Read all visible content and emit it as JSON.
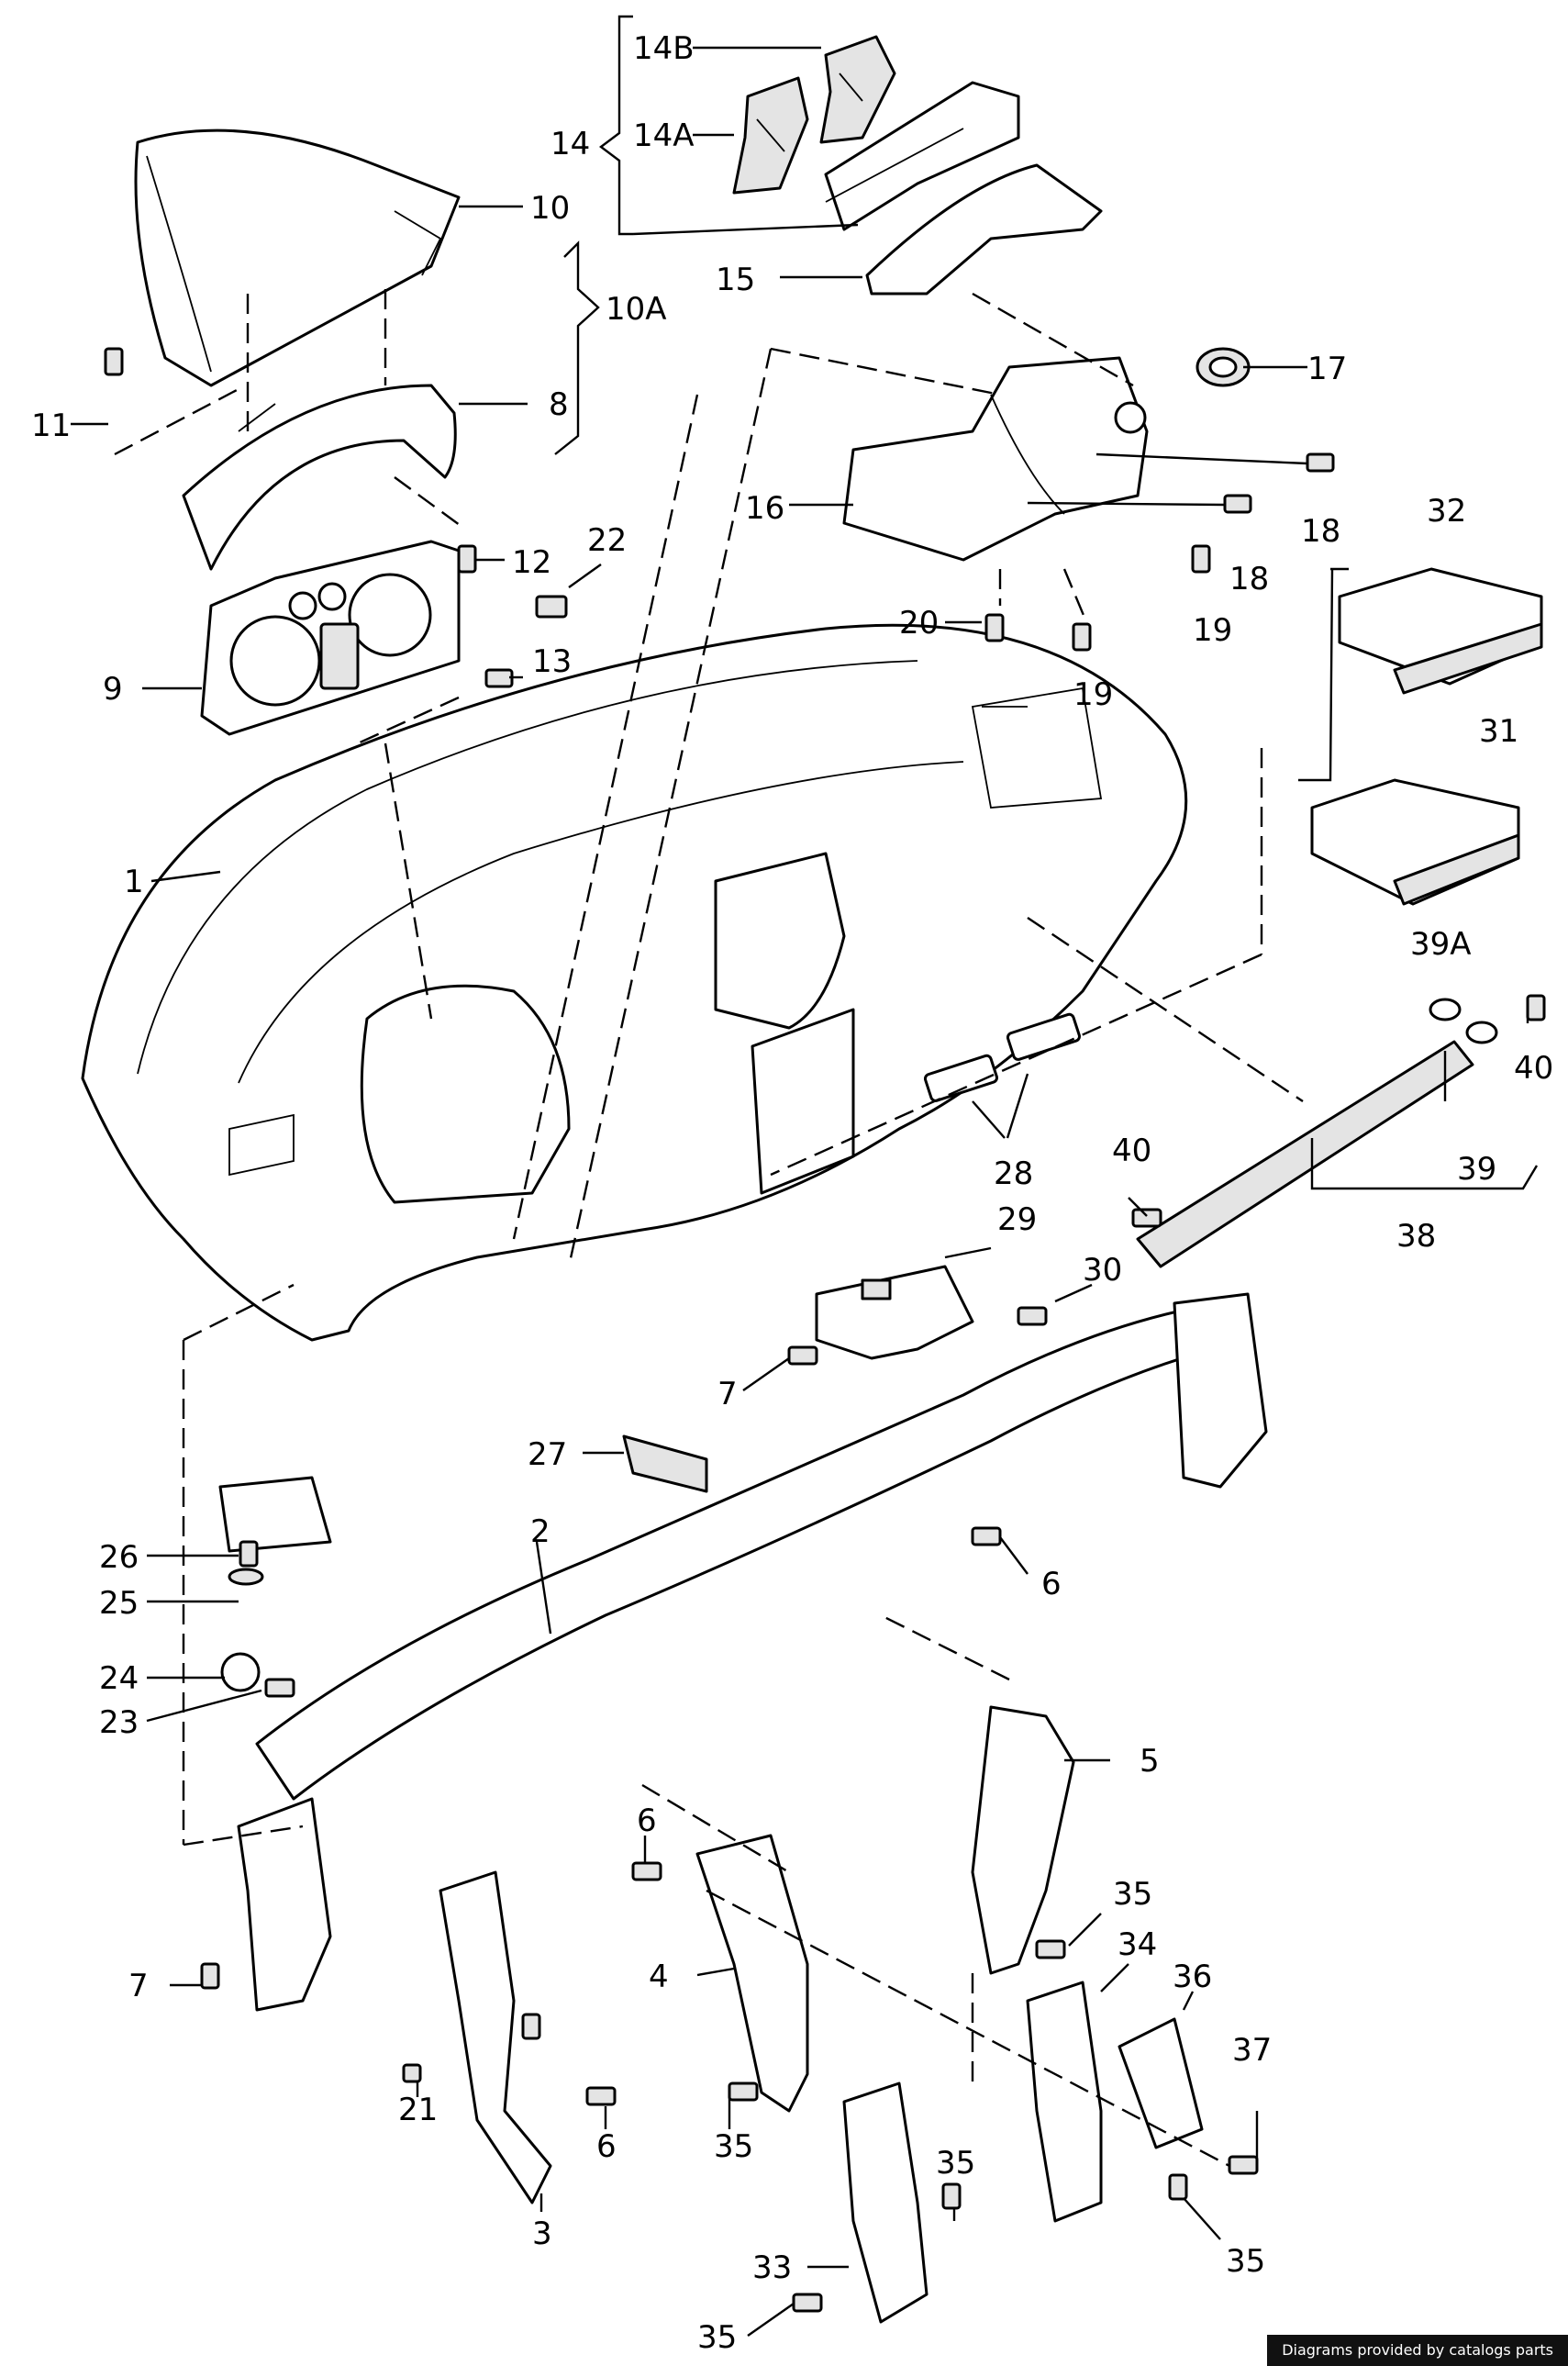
{
  "callouts": [
    {
      "id": "c-14b",
      "text": "14B"
    },
    {
      "id": "c-14a",
      "text": "14A"
    },
    {
      "id": "c-14",
      "text": "14"
    },
    {
      "id": "c-10",
      "text": "10"
    },
    {
      "id": "c-10a",
      "text": "10A"
    },
    {
      "id": "c-15",
      "text": "15"
    },
    {
      "id": "c-17",
      "text": "17"
    },
    {
      "id": "c-11",
      "text": "11"
    },
    {
      "id": "c-8",
      "text": "8"
    },
    {
      "id": "c-16",
      "text": "16"
    },
    {
      "id": "c-18a",
      "text": "18"
    },
    {
      "id": "c-18b",
      "text": "18"
    },
    {
      "id": "c-32",
      "text": "32"
    },
    {
      "id": "c-22",
      "text": "22"
    },
    {
      "id": "c-12",
      "text": "12"
    },
    {
      "id": "c-13",
      "text": "13"
    },
    {
      "id": "c-20",
      "text": "20"
    },
    {
      "id": "c-19a",
      "text": "19"
    },
    {
      "id": "c-19b",
      "text": "19"
    },
    {
      "id": "c-9",
      "text": "9"
    },
    {
      "id": "c-31",
      "text": "31"
    },
    {
      "id": "c-1",
      "text": "1"
    },
    {
      "id": "c-39a",
      "text": "39A"
    },
    {
      "id": "c-40a",
      "text": "40"
    },
    {
      "id": "c-40b",
      "text": "40"
    },
    {
      "id": "c-28",
      "text": "28"
    },
    {
      "id": "c-39",
      "text": "39"
    },
    {
      "id": "c-38",
      "text": "38"
    },
    {
      "id": "c-29",
      "text": "29"
    },
    {
      "id": "c-30",
      "text": "30"
    },
    {
      "id": "c-7a",
      "text": "7"
    },
    {
      "id": "c-27",
      "text": "27"
    },
    {
      "id": "c-2",
      "text": "2"
    },
    {
      "id": "c-26",
      "text": "26"
    },
    {
      "id": "c-6a",
      "text": "6"
    },
    {
      "id": "c-25",
      "text": "25"
    },
    {
      "id": "c-24",
      "text": "24"
    },
    {
      "id": "c-23",
      "text": "23"
    },
    {
      "id": "c-5",
      "text": "5"
    },
    {
      "id": "c-6b",
      "text": "6"
    },
    {
      "id": "c-35a",
      "text": "35"
    },
    {
      "id": "c-34",
      "text": "34"
    },
    {
      "id": "c-36",
      "text": "36"
    },
    {
      "id": "c-4",
      "text": "4"
    },
    {
      "id": "c-7b",
      "text": "7"
    },
    {
      "id": "c-37",
      "text": "37"
    },
    {
      "id": "c-21",
      "text": "21"
    },
    {
      "id": "c-6c",
      "text": "6"
    },
    {
      "id": "c-35b",
      "text": "35"
    },
    {
      "id": "c-35c",
      "text": "35"
    },
    {
      "id": "c-3",
      "text": "3"
    },
    {
      "id": "c-33",
      "text": "33"
    },
    {
      "id": "c-35d",
      "text": "35"
    },
    {
      "id": "c-35e",
      "text": "35"
    }
  ],
  "credit": "Diagrams provided by catalogs parts"
}
